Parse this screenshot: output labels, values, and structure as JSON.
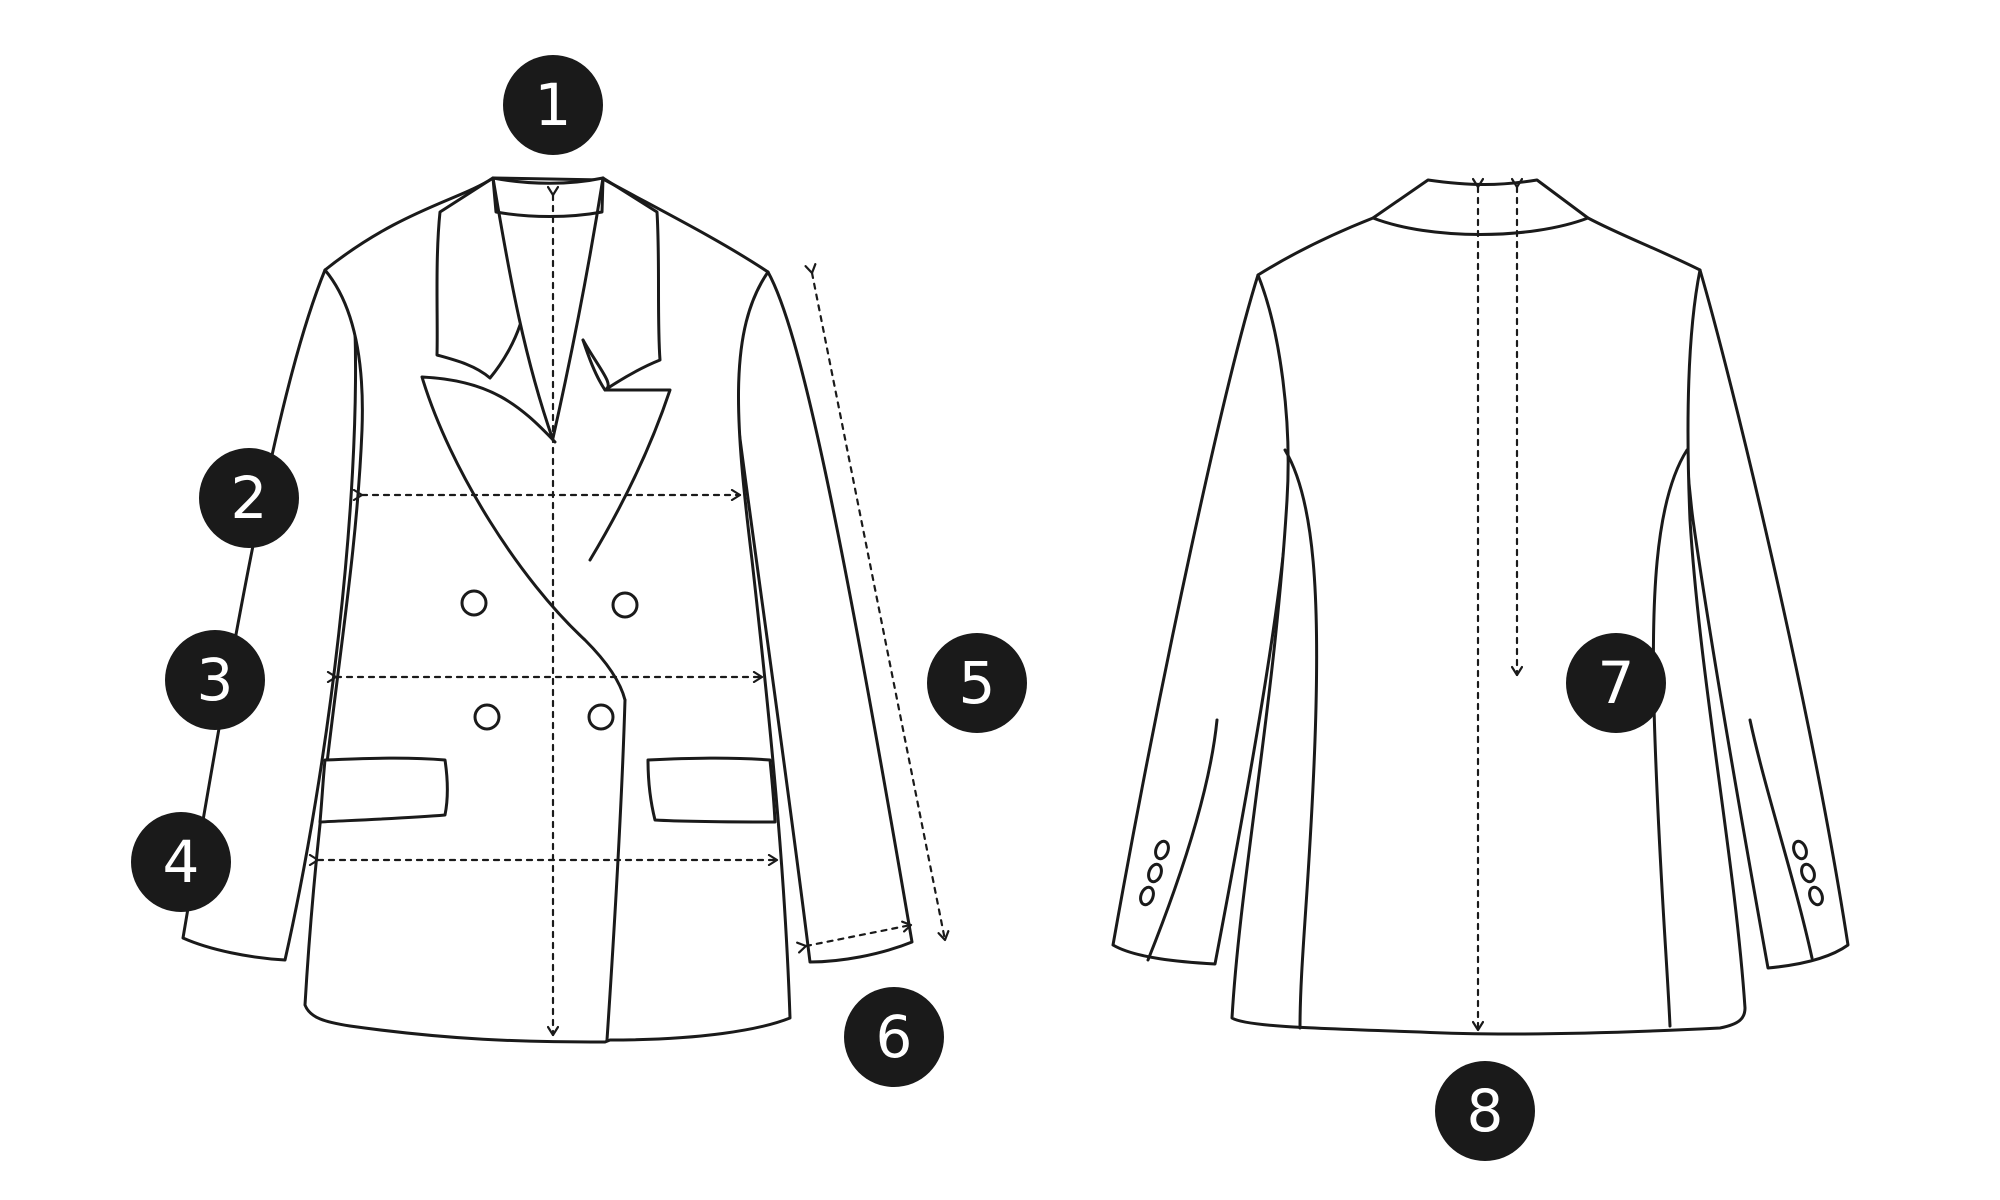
{
  "markers": [
    {
      "id": "1",
      "label": "1"
    },
    {
      "id": "2",
      "label": "2"
    },
    {
      "id": "3",
      "label": "3"
    },
    {
      "id": "4",
      "label": "4"
    },
    {
      "id": "5",
      "label": "5"
    },
    {
      "id": "6",
      "label": "6"
    },
    {
      "id": "7",
      "label": "7"
    },
    {
      "id": "8",
      "label": "8"
    }
  ],
  "colors": {
    "line": "#1a1a1a",
    "badge": "#1a1a1a",
    "badge_text": "#ffffff",
    "background": "#ffffff"
  }
}
